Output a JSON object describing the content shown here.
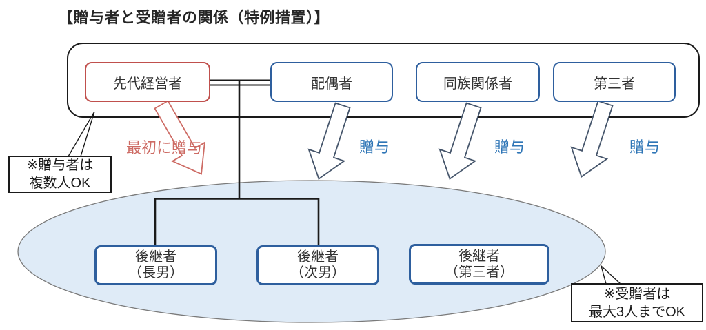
{
  "title": "【贈与者と受贈者の関係（特例措置）】",
  "donor_group": {
    "boxes": [
      {
        "label": "先代経営者",
        "style": "red"
      },
      {
        "label": "配偶者",
        "style": "blue"
      },
      {
        "label": "同族関係者",
        "style": "blue"
      },
      {
        "label": "第三者",
        "style": "blue"
      }
    ]
  },
  "arrows": {
    "first_gift_label": "最初に贈与",
    "gift_labels": [
      "贈与",
      "贈与",
      "贈与"
    ]
  },
  "recipient_group": {
    "boxes": [
      {
        "line1": "後継者",
        "line2": "（長男）"
      },
      {
        "line1": "後継者",
        "line2": "（次男）"
      },
      {
        "line1": "後継者",
        "line2": "（第三者）"
      }
    ]
  },
  "notes": {
    "donor": {
      "line1": "※贈与者は",
      "line2": "複数人OK"
    },
    "recipient": {
      "line1": "※受贈者は",
      "line2": "最大3人までOK"
    }
  },
  "colors": {
    "red_accent": "#c0504d",
    "salmon_arrow": "#cd6b64",
    "blue_border": "#2e5f9e",
    "blue_text": "#2e75b6",
    "arrow_outline": "#44546a",
    "ellipse_fill": "#dfebf7",
    "ellipse_border": "#7a7a7a",
    "line_black": "#1a1a1a"
  }
}
